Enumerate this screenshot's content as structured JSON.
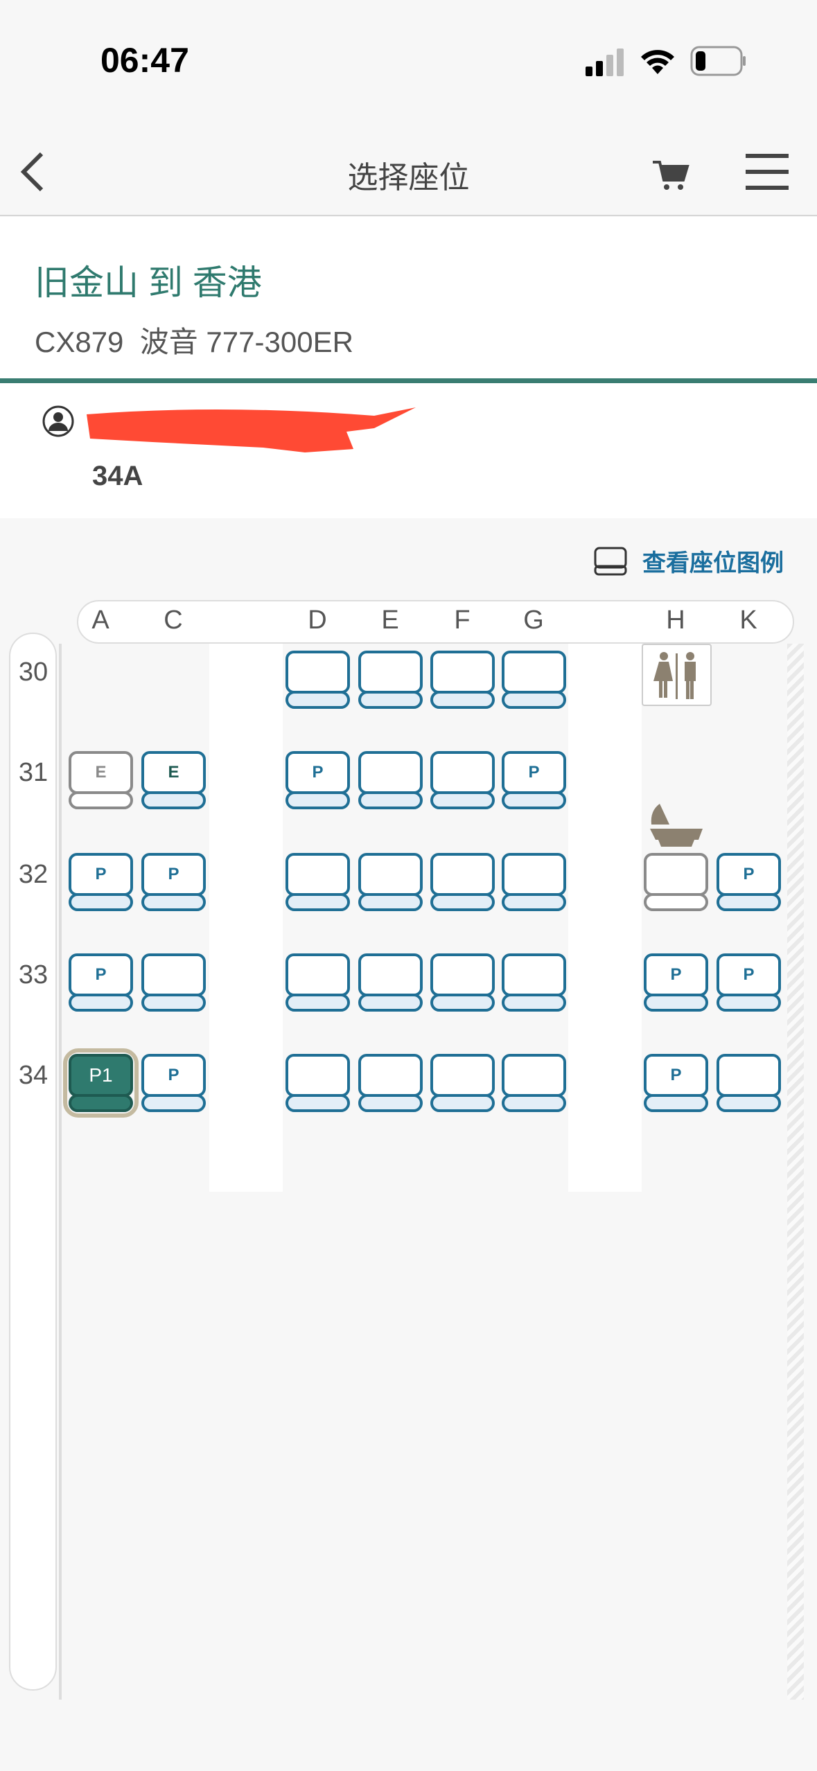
{
  "status": {
    "time": "06:47"
  },
  "nav": {
    "title": "选择座位"
  },
  "flight": {
    "route": "旧金山 到 香港",
    "number": "CX879",
    "aircraft": "波音 777-300ER"
  },
  "passenger": {
    "seat": "34A"
  },
  "legend": {
    "label": "查看座位图例"
  },
  "columns": [
    "A",
    "C",
    "D",
    "E",
    "F",
    "G",
    "H",
    "K"
  ],
  "colors": {
    "accent": "#2f7a6e",
    "seat_border": "#1f6f95",
    "link": "#1a6e9e"
  },
  "rows": [
    {
      "number": "30",
      "seats": [
        {
          "col": "D",
          "label": ""
        },
        {
          "col": "E",
          "label": ""
        },
        {
          "col": "F",
          "label": ""
        },
        {
          "col": "G",
          "label": ""
        }
      ]
    },
    {
      "number": "31",
      "seats": [
        {
          "col": "A",
          "label": "E",
          "state": "blocked"
        },
        {
          "col": "C",
          "label": "E",
          "state": "extra"
        },
        {
          "col": "D",
          "label": "P"
        },
        {
          "col": "E",
          "label": ""
        },
        {
          "col": "F",
          "label": ""
        },
        {
          "col": "G",
          "label": "P"
        }
      ]
    },
    {
      "number": "32",
      "seats": [
        {
          "col": "A",
          "label": "P"
        },
        {
          "col": "C",
          "label": "P"
        },
        {
          "col": "D",
          "label": ""
        },
        {
          "col": "E",
          "label": ""
        },
        {
          "col": "F",
          "label": ""
        },
        {
          "col": "G",
          "label": ""
        },
        {
          "col": "H",
          "label": "",
          "state": "blocked"
        },
        {
          "col": "K",
          "label": "P"
        }
      ]
    },
    {
      "number": "33",
      "seats": [
        {
          "col": "A",
          "label": "P"
        },
        {
          "col": "C",
          "label": ""
        },
        {
          "col": "D",
          "label": ""
        },
        {
          "col": "E",
          "label": ""
        },
        {
          "col": "F",
          "label": ""
        },
        {
          "col": "G",
          "label": ""
        },
        {
          "col": "H",
          "label": "P"
        },
        {
          "col": "K",
          "label": "P"
        }
      ]
    },
    {
      "number": "34",
      "seats": [
        {
          "col": "A",
          "label": "P1",
          "state": "selected"
        },
        {
          "col": "C",
          "label": "P"
        },
        {
          "col": "D",
          "label": ""
        },
        {
          "col": "E",
          "label": ""
        },
        {
          "col": "F",
          "label": ""
        },
        {
          "col": "G",
          "label": ""
        },
        {
          "col": "H",
          "label": "P"
        },
        {
          "col": "K",
          "label": ""
        }
      ]
    }
  ]
}
